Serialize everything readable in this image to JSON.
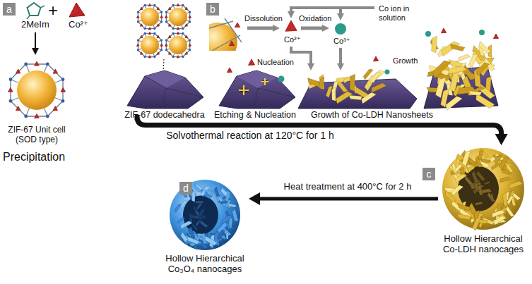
{
  "diagram": {
    "nodes": [
      {
        "text": [
          "a"
        ]
      },
      {
        "text": [
          "b"
        ]
      },
      {
        "text": [
          "ZIF-67 Unit cell (SOD type)"
        ]
      },
      {
        "text": [
          "ZIF-67 dodecahedra"
        ]
      },
      {
        "text": [
          "Etching & Nucleation"
        ]
      },
      {
        "text": [
          "Growth of Co-LDH Nanosheets"
        ]
      },
      {
        "text": [
          "c"
        ]
      },
      {
        "text": [
          "Hollow Hierarchical Co-LDH nanocages"
        ]
      },
      {
        "text": [
          "d"
        ]
      },
      {
        "text": [
          "Hollow Hierarchical Co₃O₄ nanocages"
        ]
      }
    ],
    "edges": [
      {
        "from": 3,
        "to": 7,
        "arrow": "to",
        "label": "Solvothermal reaction at 120°C for 1 h"
      },
      {
        "from": 7,
        "to": 9,
        "arrow": "to",
        "label": "Heat treatment at 400°C for 2 h"
      }
    ],
    "labels": [
      "2MeIm",
      "+",
      "Co²⁺",
      "Precipitation",
      "Dissolution",
      "Oxidation",
      "Co ion in solution",
      "Co²⁺",
      "Co³⁺",
      "Nucleation",
      "Growth"
    ]
  }
}
